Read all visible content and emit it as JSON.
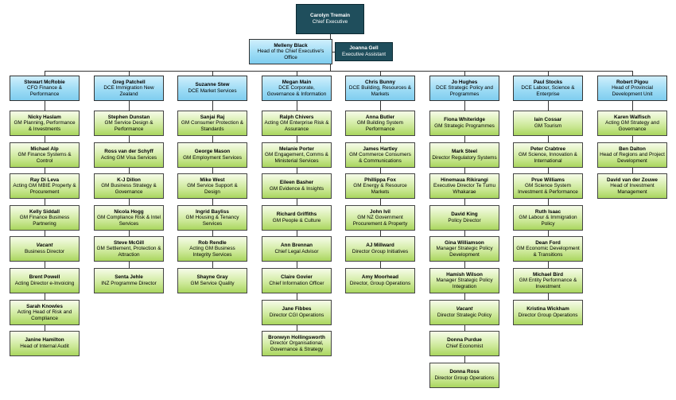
{
  "chief_executive": {
    "name": "Carolyn Tremain",
    "title": "Chief Executive"
  },
  "head_of_office": {
    "name": "Melleny Black",
    "title": "Head of the Chief Executive's Office"
  },
  "executive_assistant": {
    "name": "Joanna Gell",
    "title": "Executive Assistant"
  },
  "divisions": [
    {
      "head": {
        "name": "Stewart McRobie",
        "title": "CFO Finance & Performance"
      },
      "reports": [
        {
          "name": "Nicky Haslam",
          "title": "GM Planning, Performance & Investments"
        },
        {
          "name": "Michael Alp",
          "title": "GM Finance Systems & Control"
        },
        {
          "name": "Ray Di Leva",
          "title": "Acting GM MBIE Property & Procurement"
        },
        {
          "name": "Kelly Siddall",
          "title": "GM Finance Business Partnering"
        },
        {
          "name": "Vacant",
          "title": "Business Director",
          "vacant": true
        },
        {
          "name": "Brent Powell",
          "title": "Acting Director e-Invoicing"
        },
        {
          "name": "Sarah Knowles",
          "title": "Acting Head of Risk and Compliance"
        },
        {
          "name": "Janine Hamilton",
          "title": "Head of Internal Audit"
        }
      ]
    },
    {
      "head": {
        "name": "Greg Patchell",
        "title": "DCE Immigration New Zealand"
      },
      "reports": [
        {
          "name": "Stephen Dunstan",
          "title": "GM Service Design & Performance"
        },
        {
          "name": "Ross van der Schyff",
          "title": "Acting GM Visa Services"
        },
        {
          "name": "K-J Dillon",
          "title": "GM Business Strategy & Governance"
        },
        {
          "name": "Nicola Hogg",
          "title": "GM Compliance Risk & Intel Services"
        },
        {
          "name": "Steve McGill",
          "title": "GM Settlement, Protection & Attraction"
        },
        {
          "name": "Senta Jehle",
          "title": "INZ Programme Director"
        }
      ]
    },
    {
      "head": {
        "name": "Suzanne Stew",
        "title": "DCE Market Services"
      },
      "reports": [
        {
          "name": "Sanjai Raj",
          "title": "GM Consumer Protection & Standards"
        },
        {
          "name": "George Mason",
          "title": "GM Employment Services"
        },
        {
          "name": "Mike West",
          "title": "GM Service Support & Design"
        },
        {
          "name": "Ingrid Bayliss",
          "title": "GM Housing & Tenancy Services"
        },
        {
          "name": "Rob Rendle",
          "title": "Acting GM Business Integrity Services"
        },
        {
          "name": "Shayne Gray",
          "title": "GM Service Quality"
        }
      ]
    },
    {
      "head": {
        "name": "Megan Main",
        "title": "DCE Corporate, Governance & Information"
      },
      "reports": [
        {
          "name": "Ralph Chivers",
          "title": "Acting GM Enterprise Risk & Assurance"
        },
        {
          "name": "Melanie Porter",
          "title": "GM Engagement, Comms & Ministerial Services"
        },
        {
          "name": "Eileen Basher",
          "title": "GM Evidence & Insights"
        },
        {
          "name": "Richard Griffiths",
          "title": "GM People & Culture"
        },
        {
          "name": "Ann Brennan",
          "title": "Chief Legal Advisor"
        },
        {
          "name": "Claire Govier",
          "title": "Chief Information Officer"
        },
        {
          "name": "Jane Fibbes",
          "title": "Director CGI Operations"
        },
        {
          "name": "Bronwyn Hollingsworth",
          "title": "Director Organisational, Governance & Strategy"
        }
      ]
    },
    {
      "head": {
        "name": "Chris Bunny",
        "title": "DCE Building, Resources & Markets"
      },
      "reports": [
        {
          "name": "Anna Butler",
          "title": "GM Building System Performance"
        },
        {
          "name": "James Hartley",
          "title": "GM Commerce Consumers & Communications"
        },
        {
          "name": "Phillippa Fox",
          "title": "GM Energy & Resource Markets"
        },
        {
          "name": "John Ivil",
          "title": "GM NZ Government Procurement & Property"
        },
        {
          "name": "AJ Millward",
          "title": "Director Group Initiatives"
        },
        {
          "name": "Amy Moorhead",
          "title": "Director, Group Operations"
        }
      ]
    },
    {
      "head": {
        "name": "Jo Hughes",
        "title": "DCE Strategic Policy and Programmes"
      },
      "reports": [
        {
          "name": "Fiona Whiteridge",
          "title": "GM Strategic Programmes"
        },
        {
          "name": "Mark Steel",
          "title": "Director Regulatory Systems"
        },
        {
          "name": "Hinemaua Rikirangi",
          "title": "Executive Director Te Tumu Whakarae"
        },
        {
          "name": "David King",
          "title": "Policy Director"
        },
        {
          "name": "Gina Williamson",
          "title": "Manager Strategic Policy Development"
        },
        {
          "name": "Hamish Wilson",
          "title": "Manager Strategic Policy Integration"
        },
        {
          "name": "Vacant",
          "title": "Director Strategic Policy",
          "vacant": true
        },
        {
          "name": "Donna Purdue",
          "title": "Chief Economist"
        },
        {
          "name": "Donna Ross",
          "title": "Director Group Operations"
        }
      ]
    },
    {
      "head": {
        "name": "Paul Stocks",
        "title": "DCE Labour, Science & Enterprise"
      },
      "reports": [
        {
          "name": "Iain Cossar",
          "title": "GM Tourism"
        },
        {
          "name": "Peter Crabtree",
          "title": "GM Science, Innovation & International"
        },
        {
          "name": "Prue Williams",
          "title": "GM Science System Investment & Performance"
        },
        {
          "name": "Ruth Isaac",
          "title": "GM Labour & Immigration Policy"
        },
        {
          "name": "Dean Ford",
          "title": "GM Economic Development & Transitions"
        },
        {
          "name": "Michael Bird",
          "title": "GM Entity Performance & Investment"
        },
        {
          "name": "Kristina Wickham",
          "title": "Director Group Operations"
        }
      ]
    },
    {
      "head": {
        "name": "Robert Pigou",
        "title": "Head of Provincial Development Unit"
      },
      "reports": [
        {
          "name": "Karen Walfisch",
          "title": "Acting GM Strategy and Governance"
        },
        {
          "name": "Ben Dalton",
          "title": "Head of Regions and Project Development"
        },
        {
          "name": "David van der Zouwe",
          "title": "Head of Investment Management"
        }
      ]
    }
  ]
}
